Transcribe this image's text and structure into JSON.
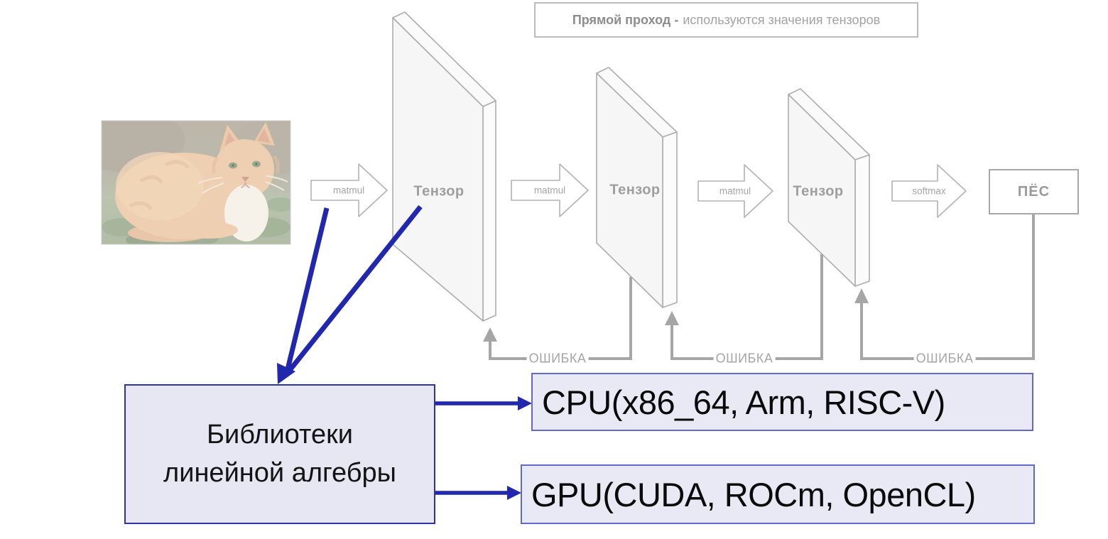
{
  "banner": {
    "bold": "Прямой проход -",
    "rest": "используются значения тензоров"
  },
  "pipeline": {
    "ops": [
      {
        "label": "matmul"
      },
      {
        "label": "matmul"
      },
      {
        "label": "matmul"
      },
      {
        "label": "softmax"
      }
    ],
    "tensors": [
      {
        "label": "Тензор"
      },
      {
        "label": "Тензор"
      },
      {
        "label": "Тензор"
      }
    ],
    "output": {
      "label": "ПЁС"
    },
    "error_labels": [
      "ОШИБКА",
      "ОШИБКА",
      "ОШИБКА"
    ]
  },
  "library": {
    "line1": "Библиотеки",
    "line2": "линейной алгебры"
  },
  "hardware": {
    "cpu": "CPU(x86_64, Arm, RISC-V)",
    "gpu": "GPU(CUDA, ROCm, OpenCL)"
  },
  "cat_image": {
    "description": "faded photo of an orange tabby cat sitting on grass"
  },
  "colors": {
    "accent_blue": "#2128ad",
    "diagram_gray": "#a8a8a8",
    "tensor_fill": "#f6f6f6",
    "hw_box_fill": "#e8e9f4",
    "hw_box_border": "#6468c6",
    "library_border": "#2d339f",
    "library_fill": "#e6e7f2"
  }
}
